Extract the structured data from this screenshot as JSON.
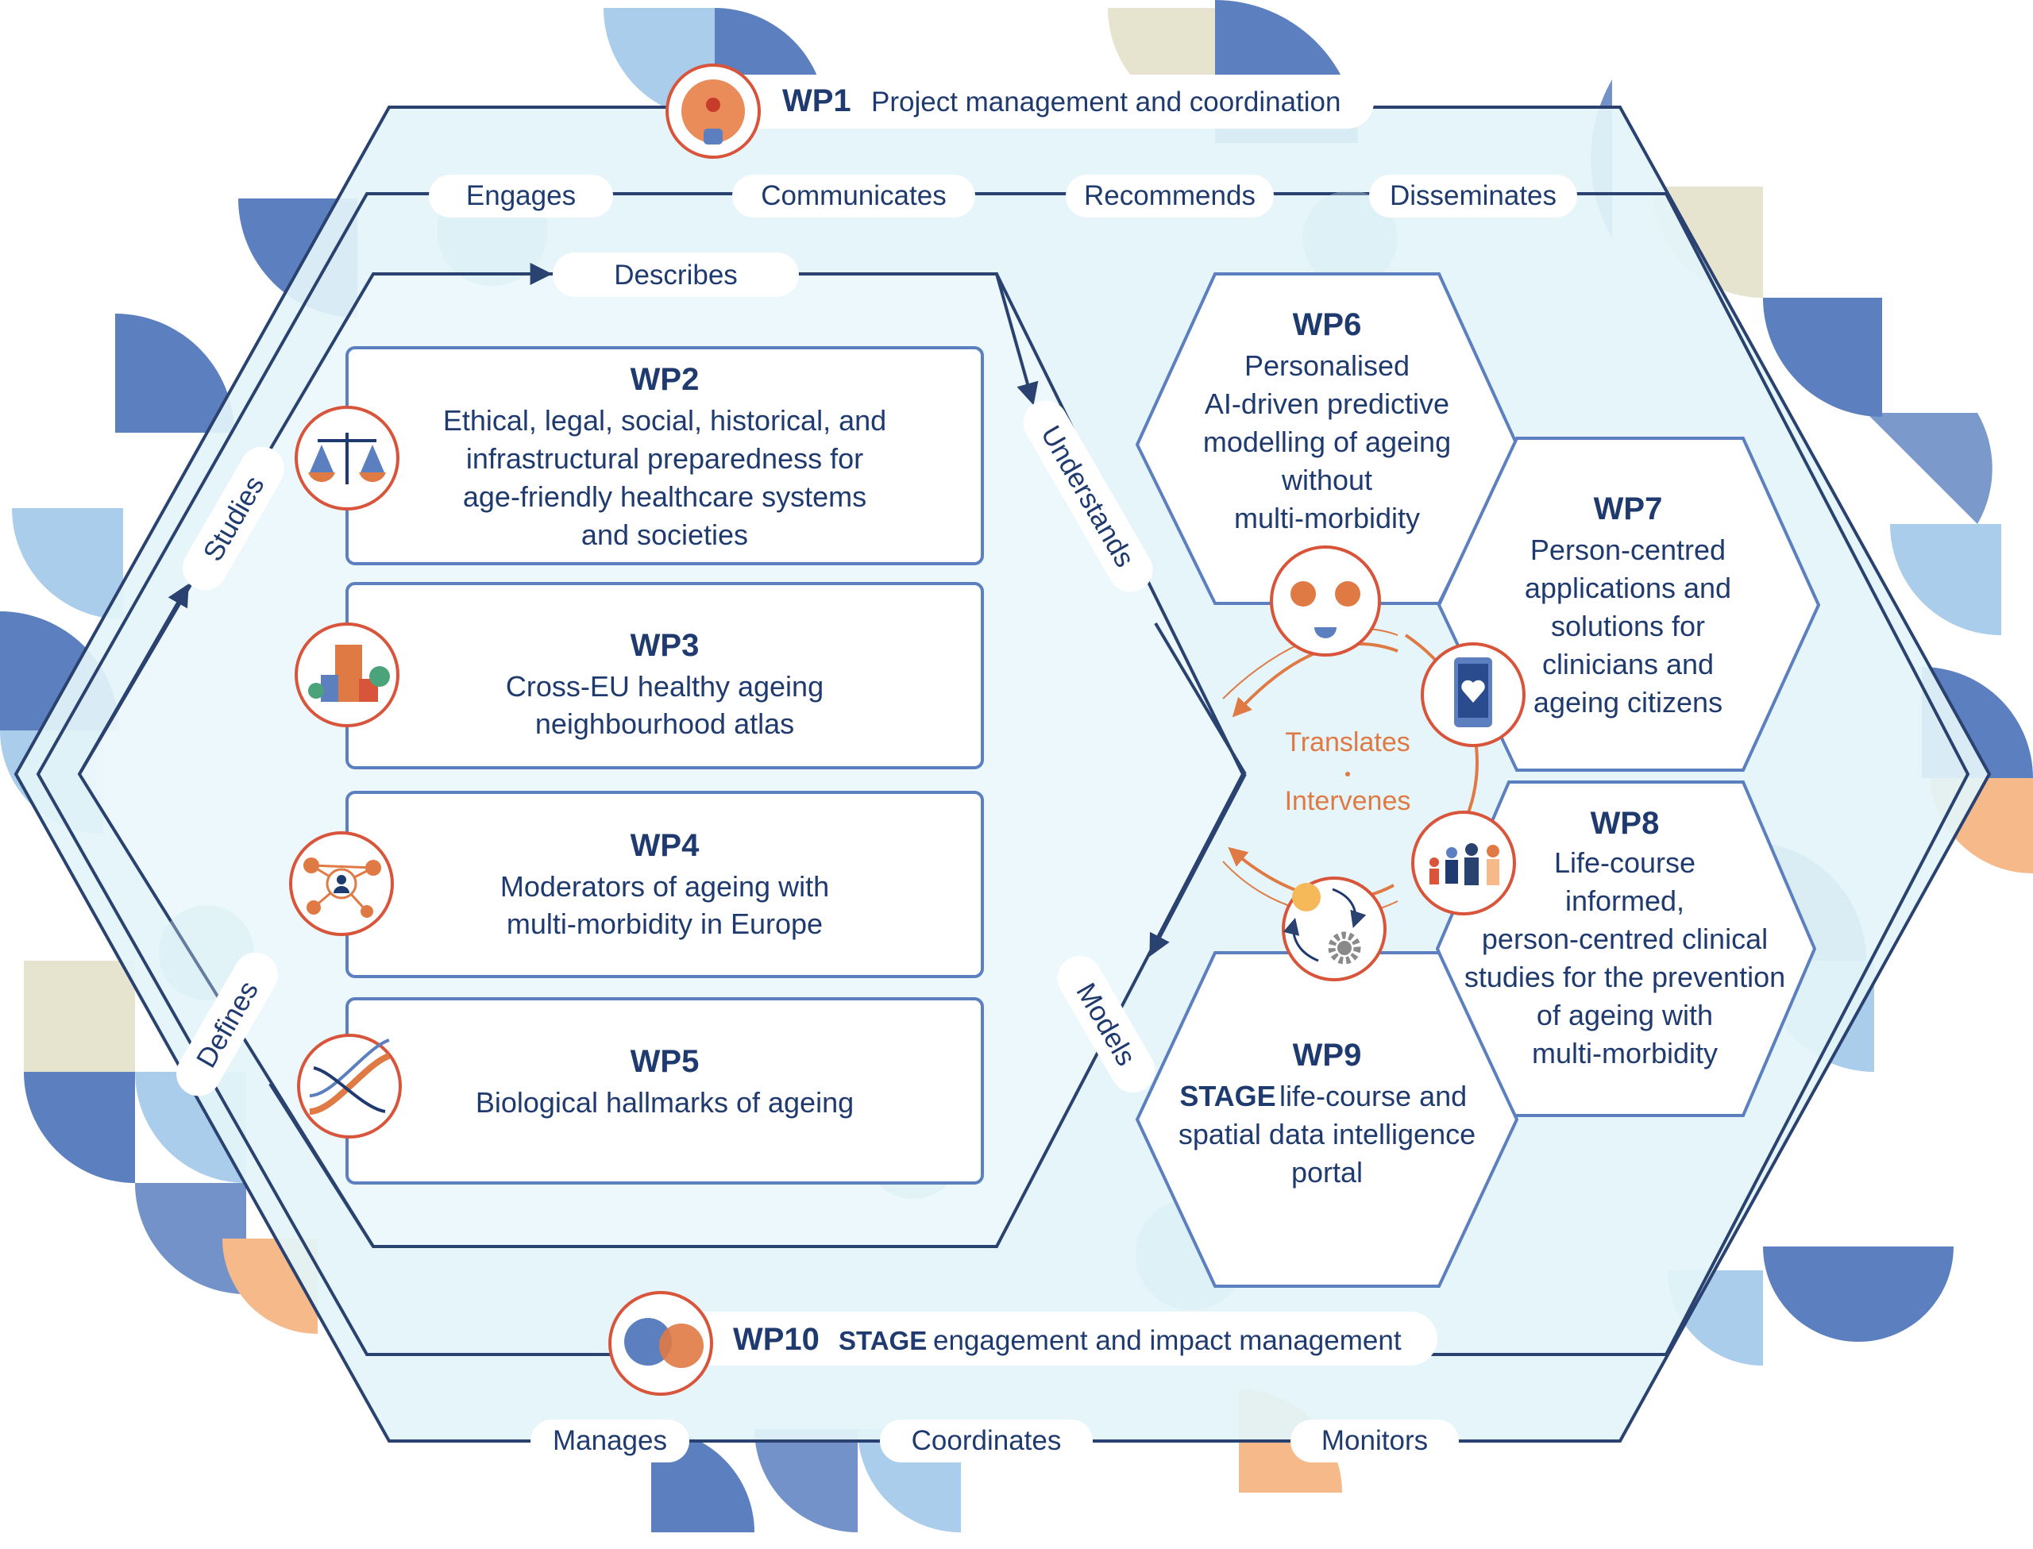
{
  "wp1": {
    "code": "WP1",
    "title": "Project management and coordination"
  },
  "wp10": {
    "code": "WP10",
    "prefix": "STAGE",
    "title": "engagement and impact management"
  },
  "verbs": {
    "engages": "Engages",
    "communicates": "Communicates",
    "recommends": "Recommends",
    "disseminates": "Disseminates",
    "describes": "Describes",
    "studies": "Studies",
    "understands": "Understands",
    "models": "Models",
    "defines": "Defines",
    "manages": "Manages",
    "coordinates": "Coordinates",
    "monitors": "Monitors",
    "translates": "Translates",
    "intervenes": "Intervenes"
  },
  "wp2": {
    "code": "WP2",
    "lines": [
      "Ethical, legal, social, historical, and",
      "infrastructural preparedness for",
      "age-friendly healthcare systems",
      "and societies"
    ]
  },
  "wp3": {
    "code": "WP3",
    "lines": [
      "Cross-EU healthy ageing",
      "neighbourhood atlas"
    ]
  },
  "wp4": {
    "code": "WP4",
    "lines": [
      "Moderators of ageing with",
      "multi-morbidity in Europe"
    ]
  },
  "wp5": {
    "code": "WP5",
    "lines": [
      "Biological hallmarks of ageing"
    ]
  },
  "wp6": {
    "code": "WP6",
    "lines": [
      "Personalised",
      "AI-driven predictive",
      "modelling of ageing",
      "without",
      "multi-morbidity"
    ]
  },
  "wp7": {
    "code": "WP7",
    "lines": [
      "Person-centred",
      "applications and",
      "solutions for",
      "clinicians and",
      "ageing citizens"
    ]
  },
  "wp8": {
    "code": "WP8",
    "lines": [
      "Life-course",
      "informed,",
      "person-centred clinical",
      "studies for the prevention",
      "of ageing with",
      "multi-morbidity"
    ]
  },
  "wp9": {
    "code": "WP9",
    "prefix": "STAGE",
    "line1": "life-course and",
    "lines": [
      "spatial data intelligence",
      "portal"
    ]
  },
  "colors": {
    "navy": "#1f3a6e",
    "orange": "#e07a45",
    "hexfill": "#e3f4f9",
    "blue": "#5b7fbf",
    "lightblue": "#a9cdea"
  }
}
